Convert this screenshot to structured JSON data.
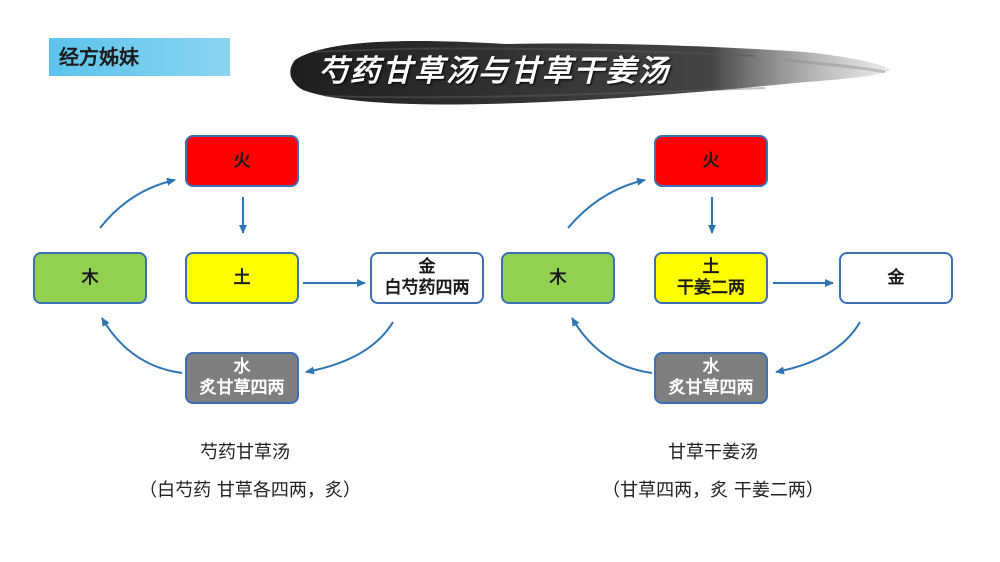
{
  "header": {
    "tag_label": "经方姊妹",
    "banner_title": "芍药甘草汤与甘草干姜汤"
  },
  "diagrams": [
    {
      "fire": {
        "label": "火"
      },
      "earth": {
        "label": "土",
        "sub": ""
      },
      "wood": {
        "label": "木"
      },
      "metal": {
        "label": "金",
        "sub": "白芍药四两"
      },
      "water": {
        "label": "水",
        "sub": "炙甘草四两"
      },
      "caption_title": "芍药甘草汤",
      "caption_detail": "（白芍药  甘草各四两，炙）"
    },
    {
      "fire": {
        "label": "火"
      },
      "earth": {
        "label": "土",
        "sub": "干姜二两"
      },
      "wood": {
        "label": "木"
      },
      "metal": {
        "label": "金",
        "sub": ""
      },
      "water": {
        "label": "水",
        "sub": "炙甘草四两"
      },
      "caption_title": "甘草干姜汤",
      "caption_detail": "（甘草四两，炙  干姜二两）"
    }
  ],
  "colors": {
    "fire": "#ff0000",
    "earth": "#ffff00",
    "wood": "#92d050",
    "metal": "#ffffff",
    "water": "#7f7f7f",
    "border": "#3b6fb6",
    "arrow": "#2f75b5"
  }
}
